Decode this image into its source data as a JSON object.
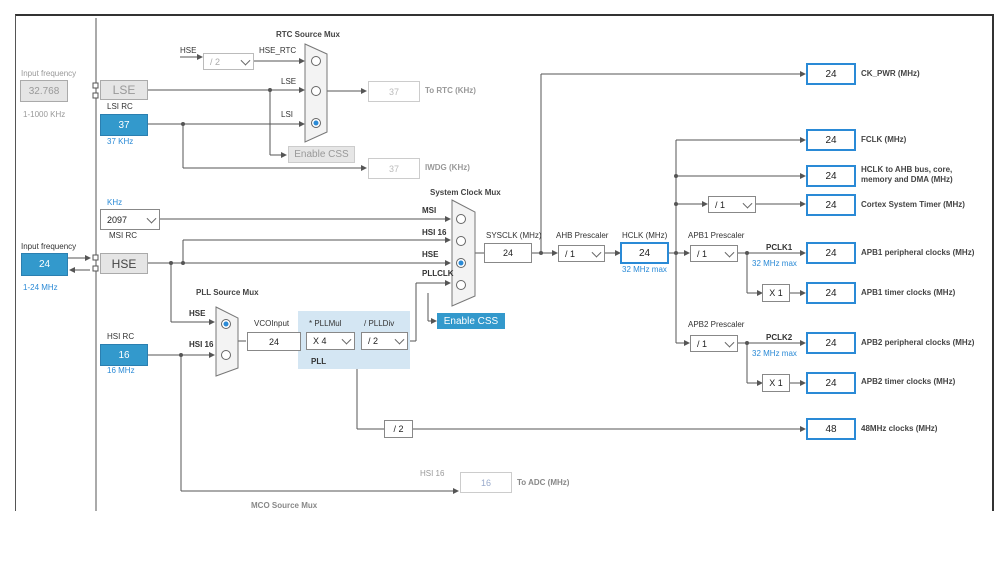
{
  "input": {
    "lse_freq_label": "Input frequency",
    "lse_freq_value": "32.768",
    "lse_range": "1-1000 KHz",
    "hse_freq_label": "Input frequency",
    "hse_freq_value": "24",
    "hse_range": "1-24 MHz"
  },
  "oscillators": {
    "lse": "LSE",
    "lsi_rc": "LSI RC",
    "lsi_value": "37",
    "lsi_unit": "37 KHz",
    "msi_unit": "KHz",
    "msi_value": "2097",
    "msi_rc": "MSI RC",
    "hse": "HSE",
    "hsi_rc": "HSI RC",
    "hsi_value": "16",
    "hsi_unit": "16 MHz"
  },
  "rtc": {
    "mux_title": "RTC Source Mux",
    "in_hse": "HSE",
    "div_value": "/ 2",
    "in_hse_rtc": "HSE_RTC",
    "in_lse": "LSE",
    "in_lsi": "LSI",
    "out_value": "37",
    "out_label": "To RTC (KHz)",
    "enable_css": "Enable CSS",
    "iwdg_value": "37",
    "iwdg_label": "IWDG (KHz)"
  },
  "sysclk_mux": {
    "title": "System Clock Mux",
    "in_msi": "MSI",
    "in_hsi16": "HSI 16",
    "in_hse": "HSE",
    "in_pllclk": "PLLCLK",
    "enable_css": "Enable CSS"
  },
  "pll": {
    "mux_title": "PLL Source Mux",
    "in_hse": "HSE",
    "in_hsi16": "HSI 16",
    "vco_label": "VCOInput",
    "vco_value": "24",
    "mul_label": "* PLLMul",
    "mul_value": "X 4",
    "div_label": "/ PLLDiv",
    "div_value": "/ 2",
    "pll_label": "PLL"
  },
  "bus": {
    "sysclk_label": "SYSCLK (MHz)",
    "sysclk_value": "24",
    "ahb_label": "AHB Prescaler",
    "ahb_value": "/ 1",
    "hclk_label": "HCLK (MHz)",
    "hclk_value": "24",
    "hclk_max": "32 MHz max",
    "apb1_label": "APB1 Prescaler",
    "apb1_value": "/ 1",
    "pclk1": "PCLK1",
    "pclk1_max": "32 MHz max",
    "apb1_timer_mul": "X 1",
    "apb2_label": "APB2 Prescaler",
    "apb2_value": "/ 1",
    "pclk2": "PCLK2",
    "pclk2_max": "32 MHz max",
    "apb2_timer_mul": "X 1",
    "cortex_div": "/ 1",
    "usb_div": "/ 2",
    "adc_src": "HSI 16",
    "adc_value": "16",
    "adc_label": "To ADC (MHz)",
    "mco_title": "MCO Source Mux"
  },
  "outputs": {
    "ck_pwr_value": "24",
    "ck_pwr_label": "CK_PWR (MHz)",
    "fclk_value": "24",
    "fclk_label": "FCLK (MHz)",
    "hclk_value": "24",
    "hclk_label": "HCLK to AHB bus, core, memory and DMA (MHz)",
    "cortex_value": "24",
    "cortex_label": "Cortex System Timer (MHz)",
    "apb1p_value": "24",
    "apb1p_label": "APB1 peripheral clocks (MHz)",
    "apb1t_value": "24",
    "apb1t_label": "APB1 timer clocks (MHz)",
    "apb2p_value": "24",
    "apb2p_label": "APB2 peripheral clocks (MHz)",
    "apb2t_value": "24",
    "apb2t_label": "APB2 timer clocks (MHz)",
    "usb_value": "48",
    "usb_label": "48MHz clocks (MHz)"
  },
  "colors": {
    "accent": "#3399cc",
    "pll_region": "#d4e6f3",
    "wire": "#555555"
  }
}
